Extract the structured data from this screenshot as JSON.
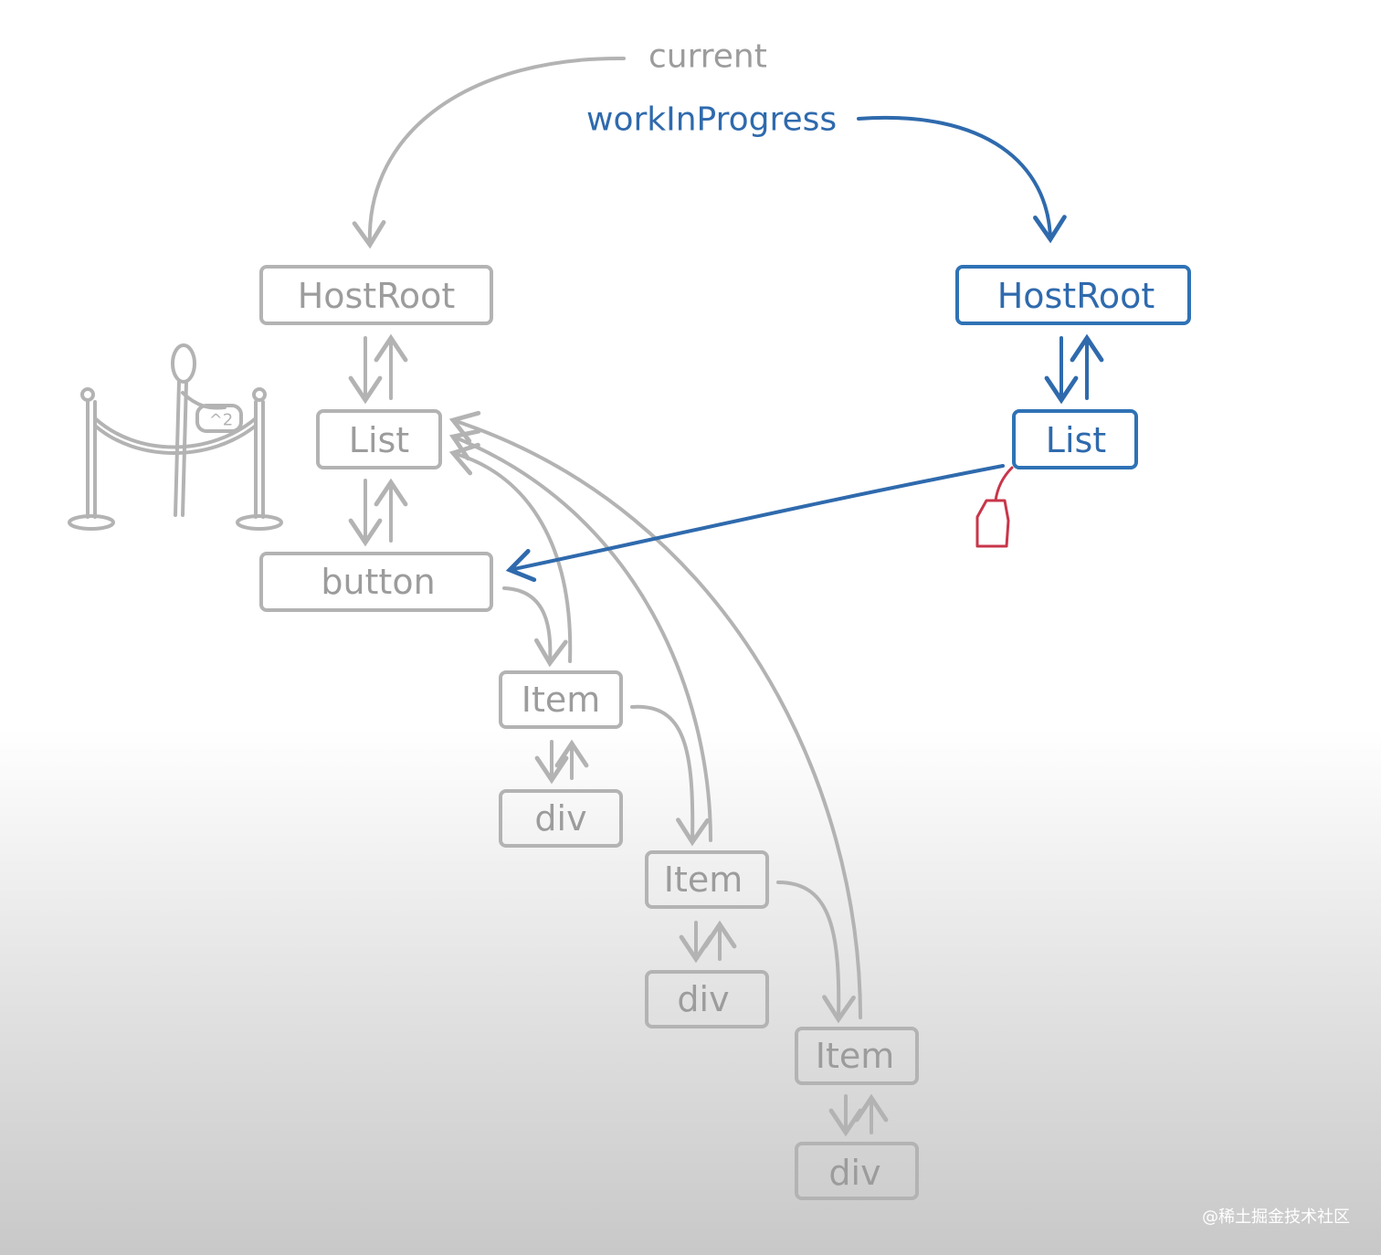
{
  "pointers": {
    "current": {
      "label": "current",
      "color": "#9c9c9c"
    },
    "work_in_progress": {
      "label": "workInProgress",
      "color": "#2f6aad"
    }
  },
  "current_tree": {
    "host_root": "HostRoot",
    "list": "List",
    "button": "button",
    "item_1": "Item",
    "div_1": "div",
    "item_2": "Item",
    "div_2": "div",
    "item_3": "Item",
    "div_3": "div"
  },
  "wip_tree": {
    "host_root": "HostRoot",
    "list": "List"
  },
  "colors": {
    "current_tree": "#b3b3b3",
    "wip_tree": "#2f72b5",
    "tag": "#c8364a"
  },
  "figure_badge": "^2",
  "watermark": "@稀土掘金技术社区"
}
